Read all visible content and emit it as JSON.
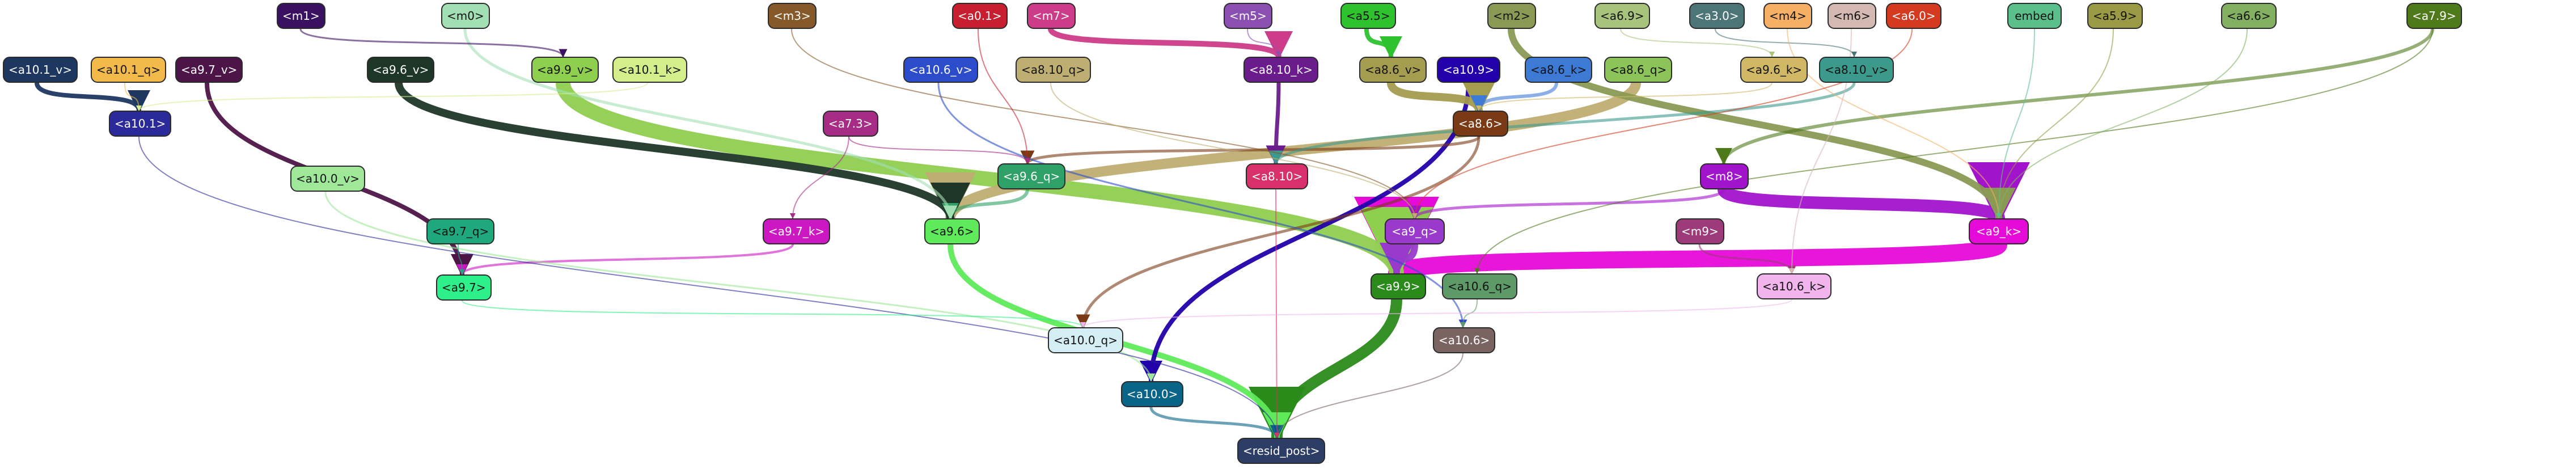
{
  "nodes": [
    {
      "id": "m1",
      "label": "<m1>",
      "color": "#3a1060"
    },
    {
      "id": "m0",
      "label": "<m0>",
      "color": "#a2e0b4"
    },
    {
      "id": "m3",
      "label": "<m3>",
      "color": "#85592a"
    },
    {
      "id": "a0_1",
      "label": "<a0.1>",
      "color": "#c71f2f"
    },
    {
      "id": "m7",
      "label": "<m7>",
      "color": "#cd3c88"
    },
    {
      "id": "m5",
      "label": "<m5>",
      "color": "#8a4fb0"
    },
    {
      "id": "a5_5",
      "label": "<a5.5>",
      "color": "#2ec22e"
    },
    {
      "id": "m2",
      "label": "<m2>",
      "color": "#8a9a55"
    },
    {
      "id": "a6_9",
      "label": "<a6.9>",
      "color": "#a8c47c"
    },
    {
      "id": "a3_0",
      "label": "<a3.0>",
      "color": "#4b7576"
    },
    {
      "id": "m4",
      "label": "<m4>",
      "color": "#f5b065"
    },
    {
      "id": "m6",
      "label": "<m6>",
      "color": "#d4b9b2"
    },
    {
      "id": "a6_0",
      "label": "<a6.0>",
      "color": "#d43a20"
    },
    {
      "id": "embed",
      "label": "embed",
      "color": "#5bbf8b"
    },
    {
      "id": "a5_9",
      "label": "<a5.9>",
      "color": "#9a9a45"
    },
    {
      "id": "a6_6",
      "label": "<a6.6>",
      "color": "#82b060"
    },
    {
      "id": "a7_9",
      "label": "<a7.9>",
      "color": "#4f7a1c"
    },
    {
      "id": "a10_1_v",
      "label": "<a10.1_v>",
      "color": "#1d3760"
    },
    {
      "id": "a10_1_q",
      "label": "<a10.1_q>",
      "color": "#f2b94b"
    },
    {
      "id": "a9_7_v",
      "label": "<a9.7_v>",
      "color": "#4d1447"
    },
    {
      "id": "a9_6_v",
      "label": "<a9.6_v>",
      "color": "#1e3628"
    },
    {
      "id": "a9_9_v",
      "label": "<a9.9_v>",
      "color": "#8fcf4f"
    },
    {
      "id": "a10_1_k",
      "label": "<a10.1_k>",
      "color": "#d4ee8c"
    },
    {
      "id": "a10_6_v",
      "label": "<a10.6_v>",
      "color": "#2d4ccc"
    },
    {
      "id": "a8_10_q",
      "label": "<a8.10_q>",
      "color": "#bfae72"
    },
    {
      "id": "a8_10_k",
      "label": "<a8.10_k>",
      "color": "#6a1b8c"
    },
    {
      "id": "a8_6_v",
      "label": "<a8.6_v>",
      "color": "#a49c4f"
    },
    {
      "id": "a10_9",
      "label": "<a10.9>",
      "color": "#2200aa"
    },
    {
      "id": "a8_6_k",
      "label": "<a8.6_k>",
      "color": "#3d7ad6"
    },
    {
      "id": "a8_6_q",
      "label": "<a8.6_q>",
      "color": "#8cc45a"
    },
    {
      "id": "a9_6_k",
      "label": "<a9.6_k>",
      "color": "#d1b865"
    },
    {
      "id": "a8_10_v",
      "label": "<a8.10_v>",
      "color": "#3c9a8c"
    },
    {
      "id": "a10_1",
      "label": "<a10.1>",
      "color": "#2a2a9a"
    },
    {
      "id": "a7_3",
      "label": "<a7.3>",
      "color": "#a62c86"
    },
    {
      "id": "a8_6",
      "label": "<a8.6>",
      "color": "#7a3a16"
    },
    {
      "id": "a9_6_q",
      "label": "<a9.6_q>",
      "color": "#2fa068"
    },
    {
      "id": "a8_10",
      "label": "<a8.10>",
      "color": "#d8306a"
    },
    {
      "id": "m8",
      "label": "<m8>",
      "color": "#a214cc"
    },
    {
      "id": "a10_0_v",
      "label": "<a10.0_v>",
      "color": "#9fe89a"
    },
    {
      "id": "a9_7_k",
      "label": "<a9.7_k>",
      "color": "#cc18c2"
    },
    {
      "id": "a9_6",
      "label": "<a9.6>",
      "color": "#5eea5a"
    },
    {
      "id": "a9_q",
      "label": "<a9_q>",
      "color": "#9a3acc"
    },
    {
      "id": "m9",
      "label": "<m9>",
      "color": "#9c3a7a"
    },
    {
      "id": "a9_k",
      "label": "<a9_k>",
      "color": "#e60ad8"
    },
    {
      "id": "a9_7_q",
      "label": "<a9.7_q>",
      "color": "#1fa87c"
    },
    {
      "id": "a9_7",
      "label": "<a9.7>",
      "color": "#2ef08a"
    },
    {
      "id": "a9_9",
      "label": "<a9.9>",
      "color": "#2a8a1a"
    },
    {
      "id": "a10_6_q",
      "label": "<a10.6_q>",
      "color": "#5e9a68"
    },
    {
      "id": "a10_6_k",
      "label": "<a10.6_k>",
      "color": "#f2b4ec"
    },
    {
      "id": "a10_0_q",
      "label": "<a10.0_q>",
      "color": "#d4eef4"
    },
    {
      "id": "a10_6",
      "label": "<a10.6>",
      "color": "#7a6462"
    },
    {
      "id": "a10_0",
      "label": "<a10.0>",
      "color": "#0a6488"
    },
    {
      "id": "resid_post",
      "label": "<resid_post>",
      "color": "#2c3e66"
    }
  ],
  "edges": [
    {
      "from": "a9_k",
      "to": "a9_9",
      "color": "#e60ad8",
      "weight": 30
    },
    {
      "from": "a9_9_v",
      "to": "a9_9",
      "color": "#8fcf4f",
      "weight": 26
    },
    {
      "from": "a8_6_q",
      "to": "a9_6",
      "color": "#bfae72",
      "weight": 18
    },
    {
      "from": "a9_6_v",
      "to": "a9_6",
      "color": "#1e3628",
      "weight": 14
    },
    {
      "from": "m8",
      "to": "a9_k",
      "color": "#a214cc",
      "weight": 22
    },
    {
      "from": "a9_9",
      "to": "resid_post",
      "color": "#2a8a1a",
      "weight": 20
    },
    {
      "from": "a9_6",
      "to": "resid_post",
      "color": "#5eea5a",
      "weight": 10
    },
    {
      "from": "a10_9",
      "to": "a10_0",
      "color": "#2200aa",
      "weight": 8
    },
    {
      "from": "a9_7_v",
      "to": "a9_7",
      "color": "#4d1447",
      "weight": 8
    },
    {
      "from": "m2",
      "to": "a9_k",
      "color": "#8a9a55",
      "weight": 12
    },
    {
      "from": "a10_1_v",
      "to": "a10_1",
      "color": "#1d3760",
      "weight": 8
    },
    {
      "from": "m7",
      "to": "a8_10_k",
      "color": "#cd3c88",
      "weight": 10
    },
    {
      "from": "a9_q",
      "to": "a9_9",
      "color": "#9a3acc",
      "weight": 12
    },
    {
      "from": "a7_9",
      "to": "m8",
      "color": "#4f7a1c",
      "weight": 6
    },
    {
      "from": "a8_6",
      "to": "a10_0_q",
      "color": "#7a3a16",
      "weight": 5
    },
    {
      "from": "a8_6",
      "to": "a9_6_q",
      "color": "#7a3a16",
      "weight": 5
    },
    {
      "from": "a9_6_q",
      "to": "a9_6",
      "color": "#2fa068",
      "weight": 6
    },
    {
      "from": "a8_10_k",
      "to": "a8_10",
      "color": "#6a1b8c",
      "weight": 7
    },
    {
      "from": "a10_0",
      "to": "resid_post",
      "color": "#0a6488",
      "weight": 5
    },
    {
      "from": "a9_7_k",
      "to": "a9_7",
      "color": "#cc18c2",
      "weight": 4
    },
    {
      "from": "a10_6_v",
      "to": "a10_6",
      "color": "#2d4ccc",
      "weight": 3
    },
    {
      "from": "a8_10_v",
      "to": "a8_10",
      "color": "#3c9a8c",
      "weight": 5
    },
    {
      "from": "m0",
      "to": "a9_6",
      "color": "#a2e0b4",
      "weight": 5
    },
    {
      "from": "a10_0_v",
      "to": "a10_0",
      "color": "#9fe89a",
      "weight": 3
    },
    {
      "from": "m1",
      "to": "a9_9_v",
      "color": "#3a1060",
      "weight": 3
    },
    {
      "from": "a10_1",
      "to": "resid_post",
      "color": "#2a2a9a",
      "weight": 2
    },
    {
      "from": "a8_6_v",
      "to": "a8_6",
      "color": "#a49c4f",
      "weight": 14
    },
    {
      "from": "a8_6_k",
      "to": "a8_6",
      "color": "#3d7ad6",
      "weight": 6
    },
    {
      "from": "a5_5",
      "to": "a8_6_v",
      "color": "#2ec22e",
      "weight": 8
    },
    {
      "from": "a10_6",
      "to": "resid_post",
      "color": "#7a6462",
      "weight": 2
    },
    {
      "from": "a8_10",
      "to": "resid_post",
      "color": "#d8306a",
      "weight": 2
    },
    {
      "from": "m8",
      "to": "a9_q",
      "color": "#a214cc",
      "weight": 5
    },
    {
      "from": "m9",
      "to": "a10_6_k",
      "color": "#9c3a7a",
      "weight": 3
    },
    {
      "from": "a9_7",
      "to": "a10_0_q",
      "color": "#2ef08a",
      "weight": 2
    },
    {
      "from": "m3",
      "to": "a9_q",
      "color": "#85592a",
      "weight": 2
    },
    {
      "from": "a0_1",
      "to": "a9_6_q",
      "color": "#c71f2f",
      "weight": 2
    },
    {
      "from": "a7_3",
      "to": "a9_7_k",
      "color": "#a62c86",
      "weight": 2
    },
    {
      "from": "a7_3",
      "to": "a9_6_q",
      "color": "#a62c86",
      "weight": 2
    },
    {
      "from": "a7_9",
      "to": "a10_6_q",
      "color": "#4f7a1c",
      "weight": 2
    },
    {
      "from": "a5_9",
      "to": "a9_k",
      "color": "#9a9a45",
      "weight": 2
    },
    {
      "from": "a6_6",
      "to": "a9_k",
      "color": "#82b060",
      "weight": 2
    },
    {
      "from": "a3_0",
      "to": "a8_10_v",
      "color": "#4b7576",
      "weight": 2
    },
    {
      "from": "m4",
      "to": "a9_k",
      "color": "#f5b065",
      "weight": 2
    },
    {
      "from": "m6",
      "to": "a10_6_k",
      "color": "#d4b9b2",
      "weight": 2
    },
    {
      "from": "a6_0",
      "to": "a9_q",
      "color": "#d43a20",
      "weight": 2
    },
    {
      "from": "embed",
      "to": "a9_k",
      "color": "#5bbf8b",
      "weight": 2
    },
    {
      "from": "a6_9",
      "to": "a9_6_k",
      "color": "#a8c47c",
      "weight": 2
    },
    {
      "from": "a10_1_q",
      "to": "a10_1",
      "color": "#f2b94b",
      "weight": 2
    },
    {
      "from": "a10_1_k",
      "to": "a10_1",
      "color": "#d4ee8c",
      "weight": 2
    },
    {
      "from": "a8_10_q",
      "to": "a9_q",
      "color": "#bfae72",
      "weight": 2
    },
    {
      "from": "a9_7_q",
      "to": "a9_7",
      "color": "#1fa87c",
      "weight": 2
    },
    {
      "from": "a10_6_q",
      "to": "a10_6",
      "color": "#5e9a68",
      "weight": 2
    },
    {
      "from": "a10_6_k",
      "to": "a10_0_q",
      "color": "#f2b4ec",
      "weight": 2
    },
    {
      "from": "m5",
      "to": "a8_10_k",
      "color": "#8a4fb0",
      "weight": 2
    },
    {
      "from": "a9_6_k",
      "to": "a8_6",
      "color": "#d1b865",
      "weight": 2
    }
  ]
}
